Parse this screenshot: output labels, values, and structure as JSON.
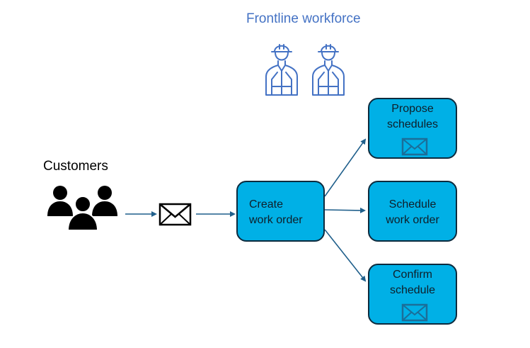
{
  "diagram": {
    "workforce_label": "Frontline workforce",
    "customers_label": "Customers",
    "nodes": {
      "create": {
        "line1": "Create",
        "line2": "work order"
      },
      "propose": {
        "line1": "Propose",
        "line2": "schedules"
      },
      "schedule": {
        "line1": "Schedule",
        "line2": "work order"
      },
      "confirm": {
        "line1": "Confirm",
        "line2": "schedule"
      }
    },
    "colors": {
      "box_fill": "#00b0e6",
      "box_border": "#0d2b3e",
      "arrow": "#1f5f8b",
      "title": "#4472c4",
      "workforce_icon": "#4472c4"
    },
    "icons": [
      "workers-icon",
      "people-icon",
      "envelope-icon"
    ]
  }
}
